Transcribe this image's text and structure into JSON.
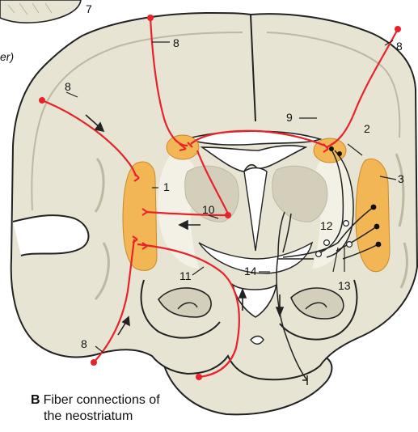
{
  "figure": {
    "caption_letter": "B",
    "caption_line1": "Fiber connections of",
    "caption_line2": "the neostriatum",
    "prev_caption_fragment": "er)",
    "colors": {
      "tissue": "#e7e4d4",
      "tissue_dark": "#d3cfbb",
      "outline": "#222222",
      "nucleus": "#f2b655",
      "fiber": "#e8222b",
      "white": "#ffffff"
    },
    "labels": {
      "l1": "1",
      "l2": "2",
      "l3": "3",
      "l7": "7",
      "l8_top": "8",
      "l8_right": "8",
      "l8_left": "8",
      "l8_bottom": "8",
      "l9": "9",
      "l10": "10",
      "l11": "11",
      "l12": "12",
      "l13": "13",
      "l14": "14"
    }
  }
}
